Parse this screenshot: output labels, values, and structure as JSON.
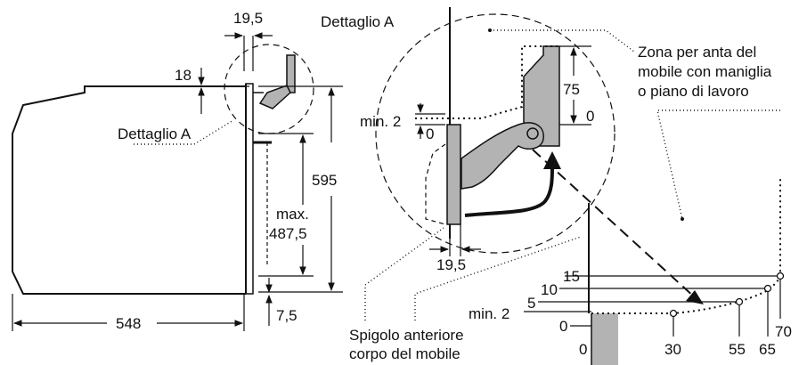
{
  "labels": {
    "dettaglio_a_top": "Dettaglio A",
    "dettaglio_a_left": "Dettaglio A",
    "zona_line1": "Zona per anta del",
    "zona_line2": "mobile con maniglia",
    "zona_line3": "o piano di lavoro",
    "spigolo_line1": "Spigolo anteriore",
    "spigolo_line2": "corpo del mobile"
  },
  "dimensions": {
    "d19_5_top": "19,5",
    "d18": "18",
    "d595": "595",
    "dmax": "max.",
    "d487_5": "487,5",
    "d548": "548",
    "d7_5": "7,5",
    "d75": "75",
    "d0_detail": "0",
    "dmin2_detail": "min. 2",
    "d0_small": "0",
    "d19_5_bottom": "19,5"
  },
  "chart_labels": {
    "y15": "15",
    "y10": "10",
    "y5": "5",
    "ymin2": "min. 2",
    "y0": "0",
    "x0": "0",
    "x30": "30",
    "x55": "55",
    "x65": "65",
    "x70": "70"
  }
}
